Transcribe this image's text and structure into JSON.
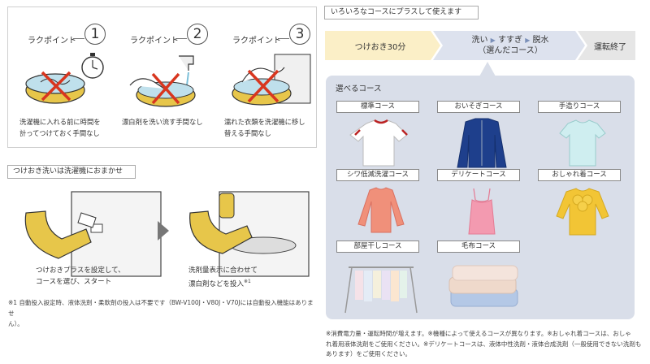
{
  "points": {
    "items": [
      {
        "label": "ラクポイント",
        "number": "1",
        "text": [
          "洗濯機に入れる前に時間を",
          "計ってつけておく手間なし"
        ]
      },
      {
        "label": "ラクポイント",
        "number": "2",
        "text": [
          "漂白剤を洗い流す手間なし"
        ]
      },
      {
        "label": "ラクポイント",
        "number": "3",
        "text": [
          "濡れた衣類を洗濯機に移し",
          "替える手間なし"
        ]
      }
    ]
  },
  "tsukeoki": {
    "tag": "つけおき洗いは洗濯機におまかせ",
    "caption1": [
      "つけおきプラスを設定して、",
      "コースを選び、スタート"
    ],
    "caption2_line1": "洗剤量表示に合わせて",
    "caption2_line2": "漂白剤などを投入",
    "caption2_mark": "※1",
    "note": [
      "※1 自動投入設定時、液体洗剤・柔軟剤の投入は不要です（BW-V100J・V80J・V70Jには自動投入機能はありませ",
      "ん）。"
    ]
  },
  "plus": {
    "tag": "いろいろなコースにプラスして使えます",
    "flow": {
      "step1": "つけおき30分",
      "step2_parts": [
        "洗い",
        "すすぎ",
        "脱水"
      ],
      "step2_sub": "（選んだコース）",
      "step3": "運転終了"
    }
  },
  "courses": {
    "title": "選べるコース",
    "items": [
      {
        "label": "標準コース"
      },
      {
        "label": "おいそぎコース"
      },
      {
        "label": "手造りコース"
      },
      {
        "label": "シワ低減洗濯コース"
      },
      {
        "label": "デリケートコース"
      },
      {
        "label": "おしゃれ着コース"
      },
      {
        "label": "部屋干しコース"
      },
      {
        "label": "毛布コース"
      }
    ]
  },
  "footnote": [
    "※消費電力量・運転時間が増えます。※機種によって使えるコースが異なります。※おしゃれ着コースは、おしゃ",
    "れ着用液体洗剤をご使用ください。※デリケートコースは、液体中性洗剤・液体合成洗剤（一般使用できない洗剤も",
    "あります）をご使用ください。"
  ],
  "colors": {
    "flow_active": "#fbefc7",
    "flow_mid": "#dde2ee",
    "flow_end": "#e6e6e6",
    "panel": "#d9dee9",
    "cross": "#d8361f",
    "basin": "#e7c64a"
  }
}
